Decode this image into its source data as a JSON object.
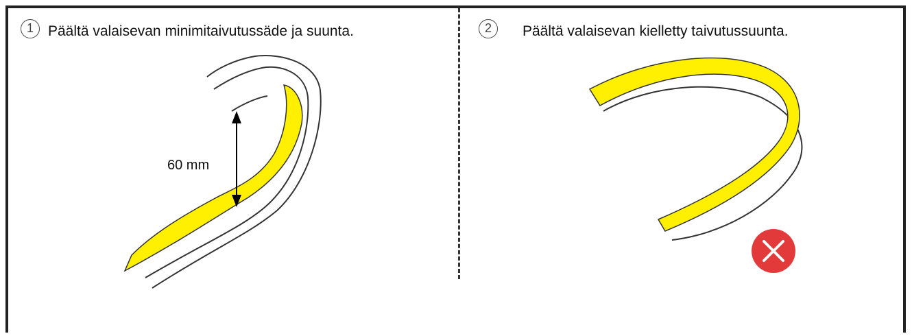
{
  "panels": {
    "left": {
      "number": "1",
      "caption": "Päältä valaisevan minimitaivutussäde ja suunta.",
      "dimension_label": "60 mm"
    },
    "right": {
      "number": "2",
      "caption": "Päältä valaisevan kielletty taivutussuunta."
    }
  },
  "colors": {
    "strip": "#ffef00",
    "outline": "#333333",
    "forbidden": "#e23a3a",
    "frame": "#222222"
  },
  "icons": {
    "forbidden": "cross-in-circle-icon"
  }
}
